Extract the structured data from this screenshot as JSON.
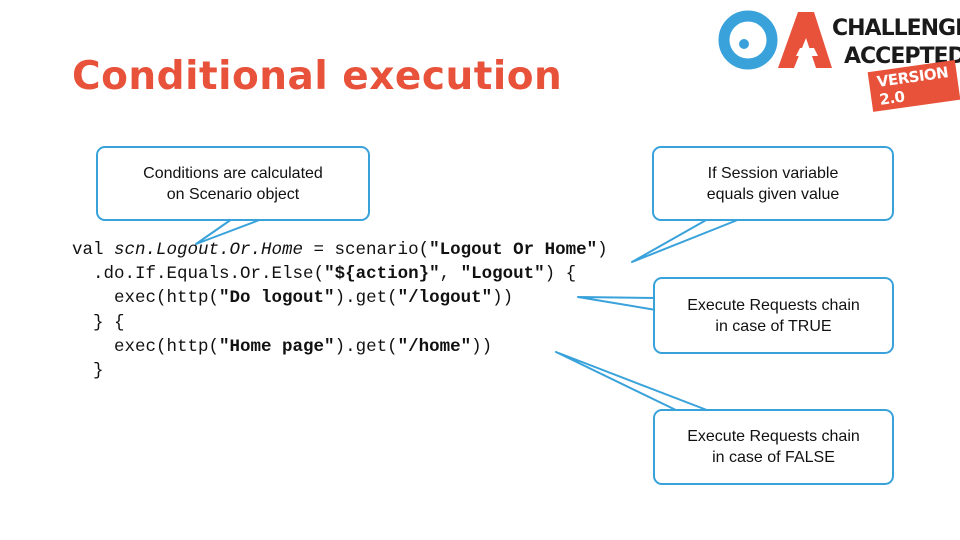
{
  "slide": {
    "title": "Conditional execution",
    "title_color": "#e8523a",
    "accent_color": "#39a2db"
  },
  "logo": {
    "line1": "CHALLENGE",
    "line2": "ACCEPTED",
    "version": "VERSION 2.0",
    "icons": [
      "q-ring-icon",
      "a-letter-icon"
    ]
  },
  "bubbles": {
    "conditions": "Conditions are calculated\non Scenario object",
    "session": "If Session variable\nequals given value",
    "true_chain": "Execute Requests chain\nin case of TRUE",
    "false_chain": "Execute Requests chain\nin case of FALSE"
  },
  "code": {
    "l1_kw": "val ",
    "l1_name": "scn.Logout.Or.Home",
    "l1_mid": " = scenario(",
    "l1_str": "\"Logout Or Home\"",
    "l1_end": ")",
    "l2_prefix": "  .",
    "l2_method": "do.If.Equals.Or.Else",
    "l2_open": "(",
    "l2_str1": "\"${action}\"",
    "l2_comma": ", ",
    "l2_str2": "\"Logout\"",
    "l2_end": ") {",
    "l3_prefix": "    exec(http(",
    "l3_str1": "\"Do logout\"",
    "l3_mid": ").get(",
    "l3_str2": "\"/logout\"",
    "l3_end": "))",
    "l4": "  } {",
    "l5_prefix": "    exec(http(",
    "l5_str1": "\"Home page\"",
    "l5_mid": ").get(",
    "l5_str2": "\"/home\"",
    "l5_end": "))",
    "l6": "  }"
  }
}
